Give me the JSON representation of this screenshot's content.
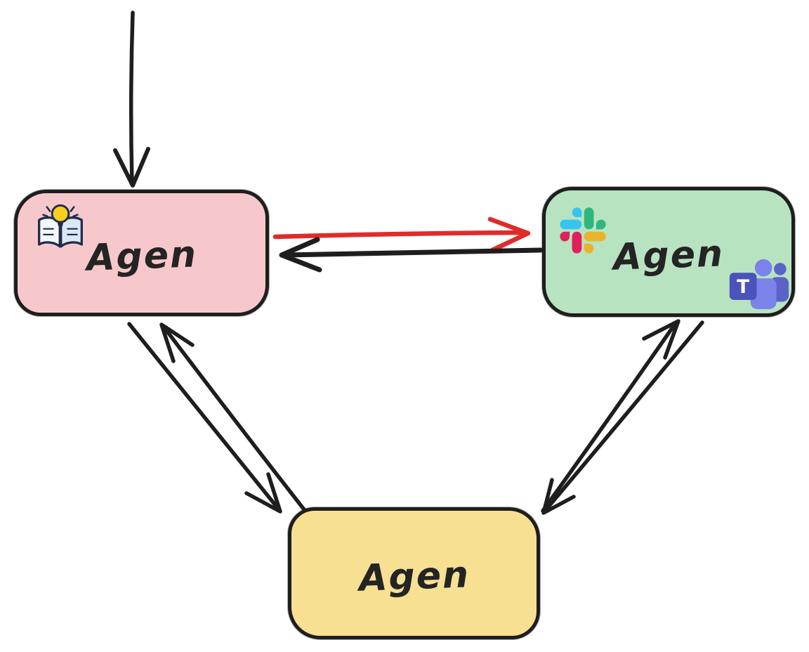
{
  "colors": {
    "background": "#ffffff",
    "outline": "#1e1e1e",
    "arrow_black": "#1e1e1e",
    "arrow_red": "#e02b2b",
    "node_pink_fill": "#f7c8cb",
    "node_green_fill": "#b8e3c0",
    "node_yellow_fill": "#f8e092",
    "slack_blue": "#36c5f0",
    "slack_green": "#2eb67d",
    "slack_red": "#e01e5a",
    "slack_yellow": "#ecb22e",
    "teams_dark_purple": "#4a52bb",
    "teams_light_purple": "#7b83eb",
    "teams_mid_purple": "#5b63c7",
    "bulb_yellow": "#f9cf1f",
    "book_outline_navy": "#222c4e",
    "book_page": "#f4f8fd"
  },
  "nodes": {
    "pink": {
      "label": "Agen",
      "icons": [
        "knowledge-book-lightbulb-icon"
      ]
    },
    "green": {
      "label": "Agen",
      "icons": [
        "slack-icon",
        "microsoft-teams-icon"
      ]
    },
    "yellow": {
      "label": "Agen",
      "icons": []
    }
  },
  "edges": [
    {
      "name": "incoming-arrow",
      "from": "external",
      "to": "pink-agent",
      "color": "#1e1e1e",
      "direction": "down"
    },
    {
      "name": "pink-to-green",
      "from": "pink-agent",
      "to": "green-agent",
      "color": "#e02b2b",
      "direction": "right"
    },
    {
      "name": "green-to-pink",
      "from": "green-agent",
      "to": "pink-agent",
      "color": "#1e1e1e",
      "direction": "left"
    },
    {
      "name": "pink-to-yellow",
      "from": "pink-agent",
      "to": "yellow-agent",
      "color": "#1e1e1e",
      "direction": "down-right"
    },
    {
      "name": "yellow-to-pink",
      "from": "yellow-agent",
      "to": "pink-agent",
      "color": "#1e1e1e",
      "direction": "up-left"
    },
    {
      "name": "yellow-to-green",
      "from": "yellow-agent",
      "to": "green-agent",
      "color": "#1e1e1e",
      "direction": "up-right"
    },
    {
      "name": "green-to-yellow",
      "from": "green-agent",
      "to": "yellow-agent",
      "color": "#1e1e1e",
      "direction": "down-left"
    }
  ],
  "teams_letter": "T"
}
